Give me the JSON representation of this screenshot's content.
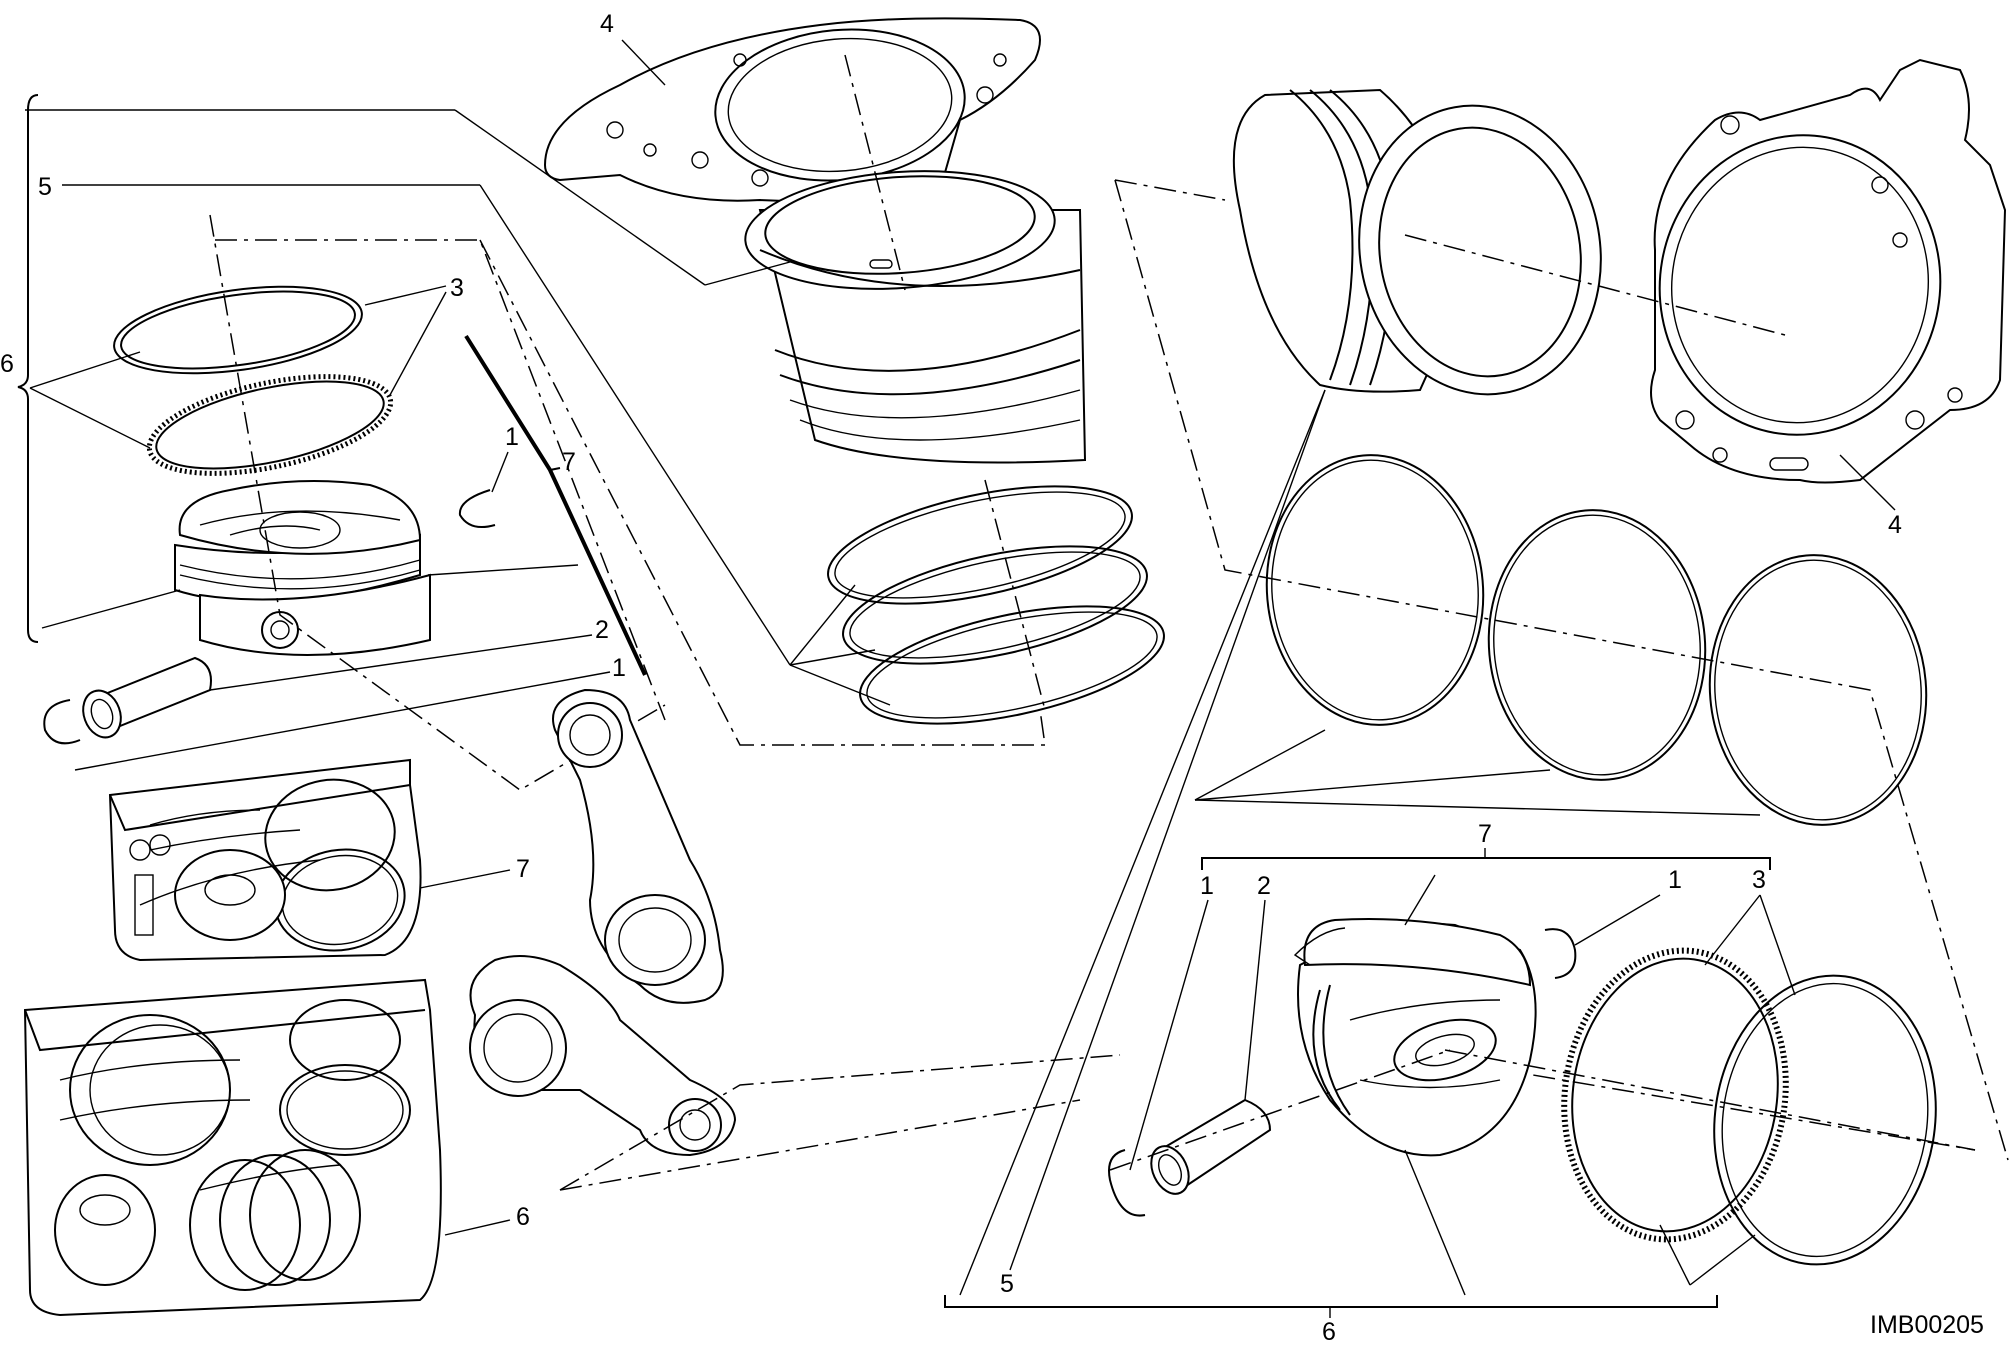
{
  "diagram": {
    "code": "IMB00205",
    "callouts": {
      "left_piston_set": "6",
      "left_piston_kit": "7",
      "left_rings": "3",
      "left_circlip_top": "1",
      "left_pin": "2",
      "left_circlip_bottom": "1",
      "left_gasket": "4",
      "left_cylinder": "5",
      "left_pack_kit": "7",
      "left_pack_set": "6",
      "right_gasket": "4",
      "right_kit": "7",
      "right_circlip_left": "1",
      "right_pin": "2",
      "right_circlip_right": "1",
      "right_rings": "3",
      "right_cylinder": "5",
      "right_set": "6"
    }
  }
}
